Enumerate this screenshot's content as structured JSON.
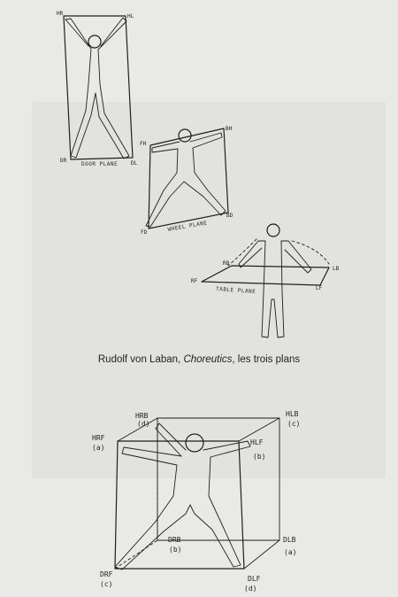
{
  "caption": {
    "author": "Rudolf von Laban,",
    "book": "Choreutics",
    "rest": ", les trois plans"
  },
  "door_plane": {
    "name": "DOOR PLANE",
    "corners": {
      "hr": "HR",
      "hl": "HL",
      "dr": "DR",
      "dl": "DL"
    }
  },
  "wheel_plane": {
    "name": "WHEEL PLANE",
    "corners": {
      "fh": "FH",
      "bh": "BH",
      "fd": "FD",
      "bd": "BD"
    }
  },
  "table_plane": {
    "name": "TABLE PLANE",
    "corners": {
      "rb": "RB",
      "lb": "LB",
      "rf": "RF",
      "lf": "LF"
    }
  },
  "cube": {
    "labels": {
      "hrb": "HRB",
      "hrb_sub": "(d)",
      "hlb": "HLB",
      "hlb_sub": "(c)",
      "hrf": "HRF",
      "hrf_sub": "(a)",
      "hlf": "HLF",
      "hlf_sub": "(b)",
      "drb": "DRB",
      "drb_sub": "(b)",
      "dlb": "DLB",
      "dlb_sub": "(a)",
      "drf": "DRF",
      "drf_sub": "(c)",
      "dlf": "DLF",
      "dlf_sub": "(d)"
    }
  }
}
